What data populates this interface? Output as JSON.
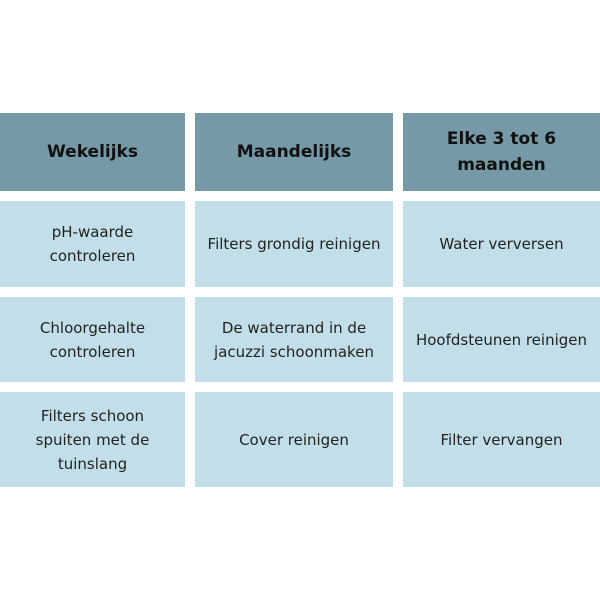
{
  "table": {
    "headers": [
      "Wekelijks",
      "Maandelijks",
      "Elke 3 tot 6 maanden"
    ],
    "rows": [
      [
        "pH-waarde controleren",
        "Filters grondig reinigen",
        "Water verversen"
      ],
      [
        "Chloorgehalte controleren",
        "De waterrand in de jacuzzi schoonmaken",
        "Hoofdsteunen reinigen"
      ],
      [
        "Filters schoon spuiten met de tuinslang",
        "Cover reinigen",
        "Filter vervangen"
      ]
    ]
  },
  "colors": {
    "header_bg": "#7599a7",
    "cell_bg": "#c2dfe9",
    "background": "#ffffff"
  }
}
